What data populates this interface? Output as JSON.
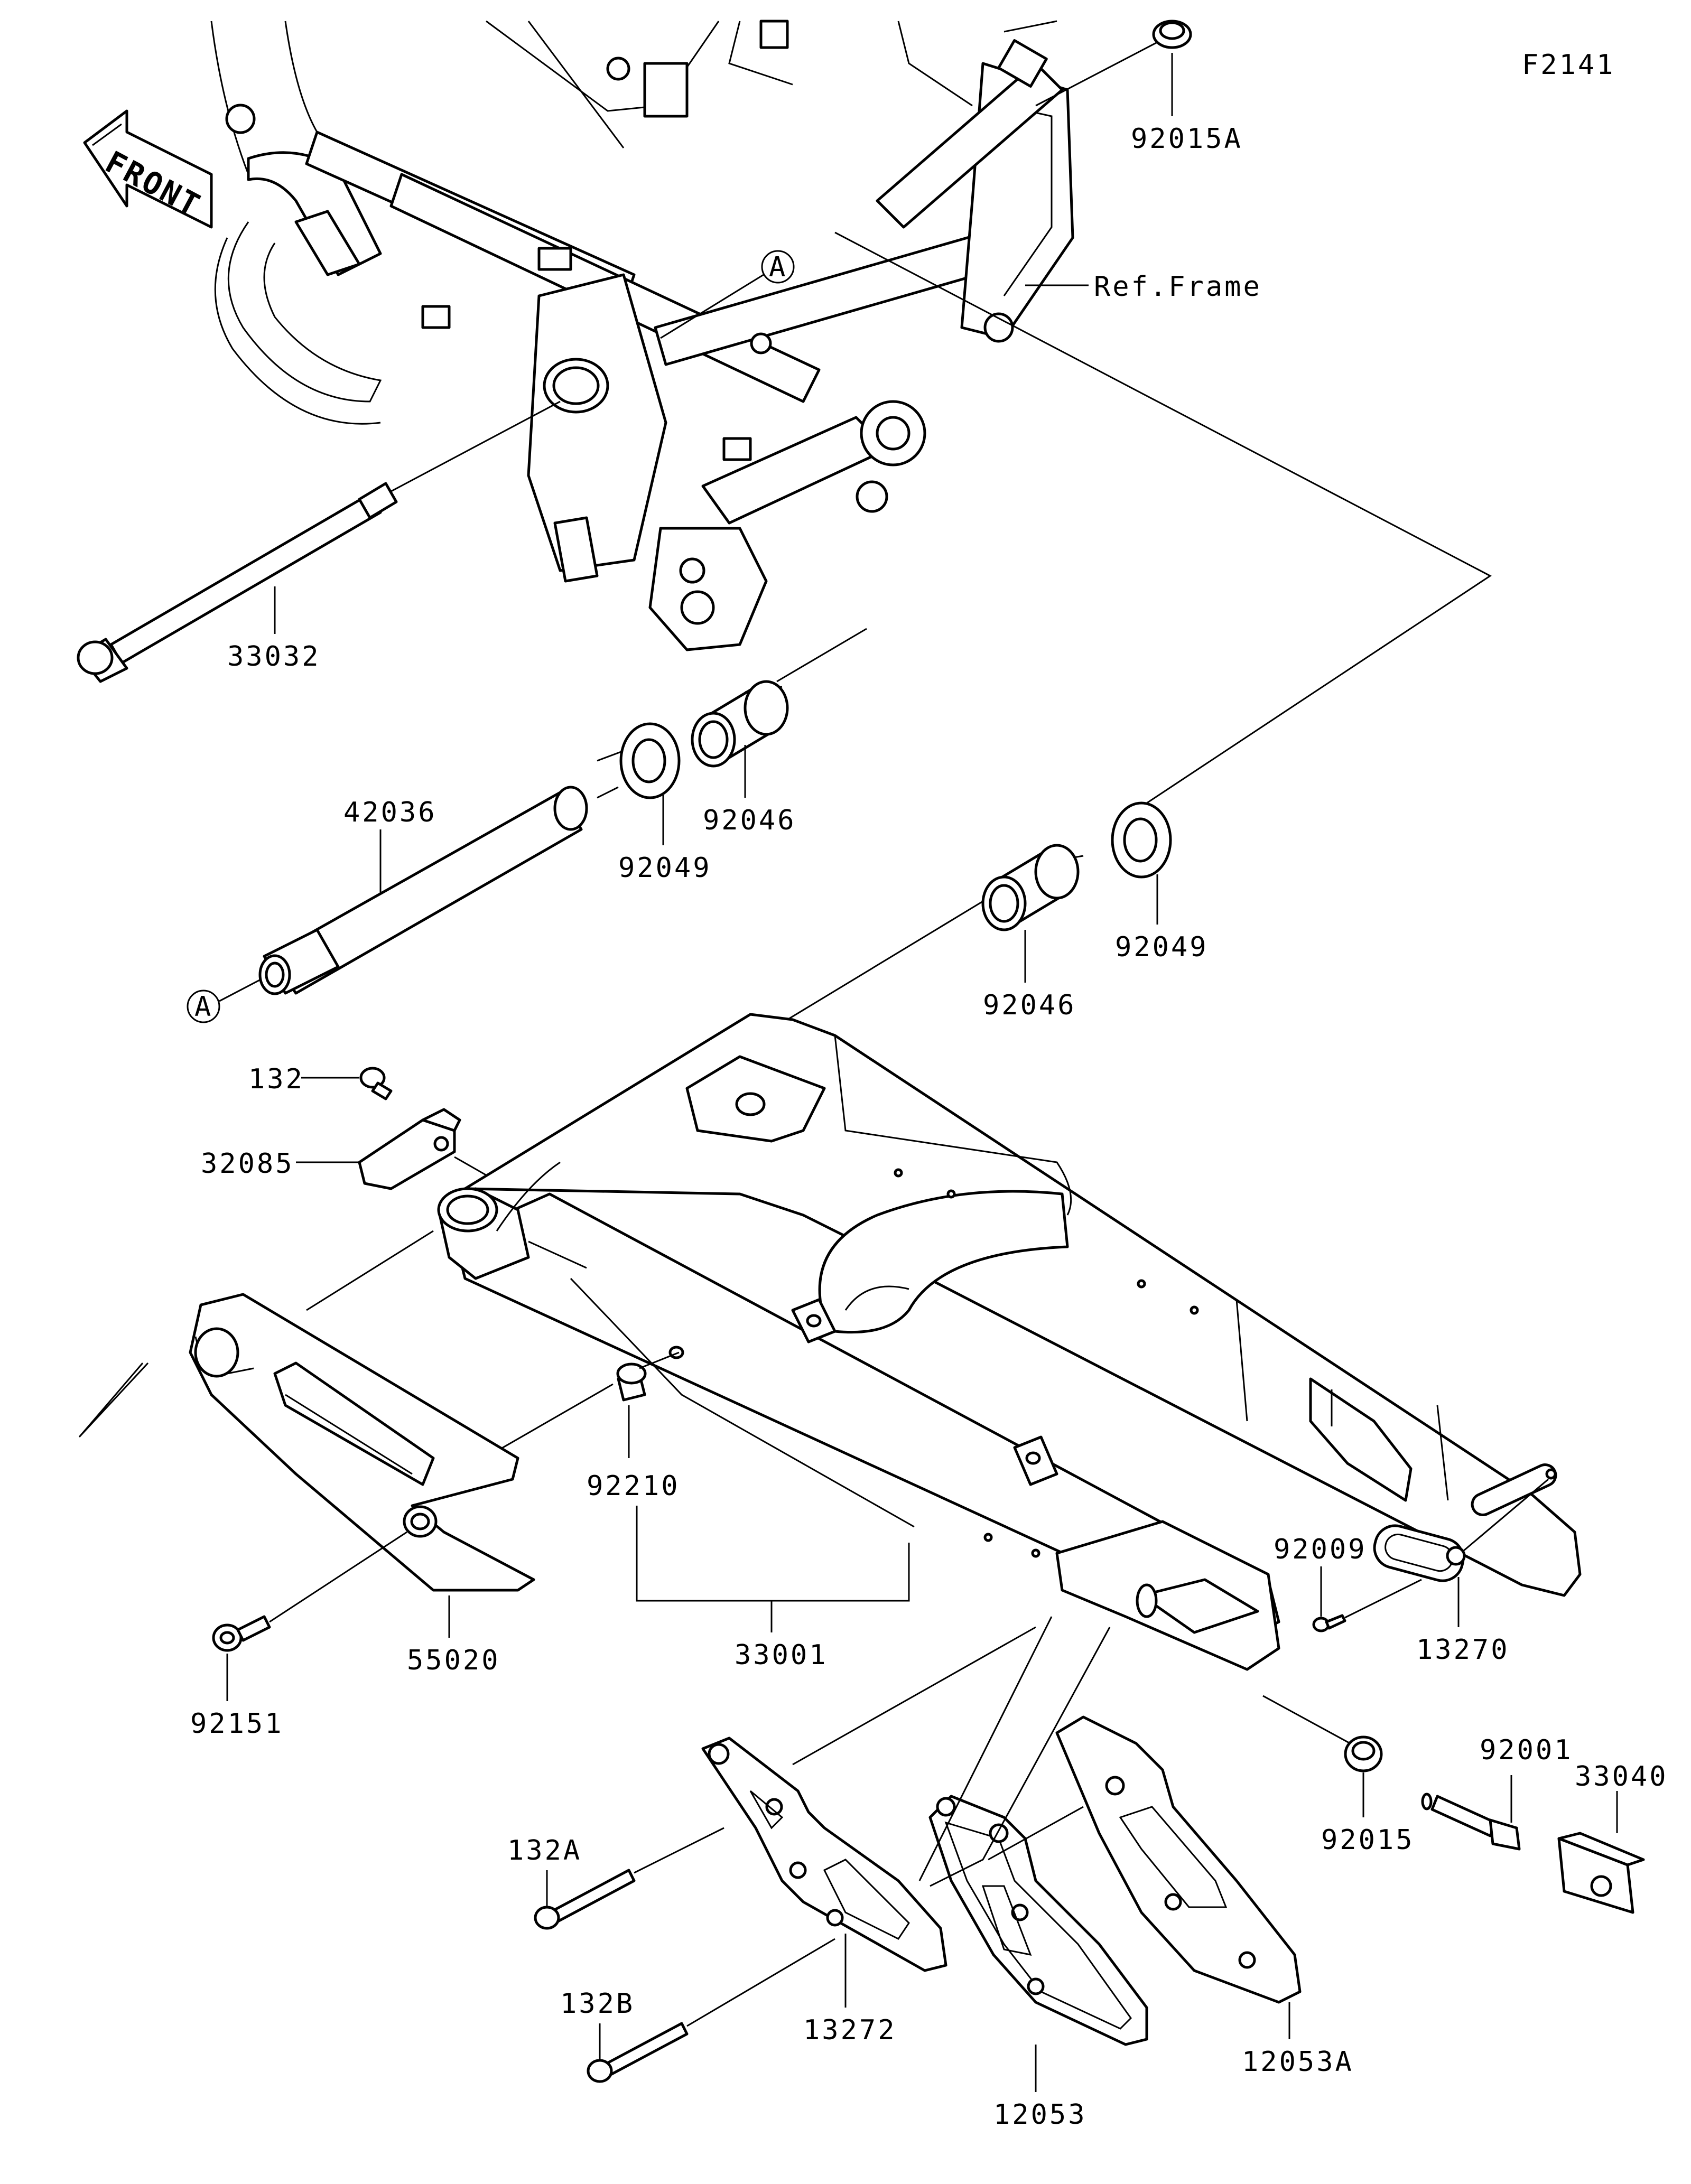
{
  "diagram_code": "F2141",
  "front_indicator": "FRONT",
  "ref_note": "Ref.Frame",
  "callout_marker": "A",
  "parts": [
    {
      "id": "p92015A",
      "label": "92015A"
    },
    {
      "id": "p33032",
      "label": "33032"
    },
    {
      "id": "p42036",
      "label": "42036"
    },
    {
      "id": "p92049a",
      "label": "92049"
    },
    {
      "id": "p92046a",
      "label": "92046"
    },
    {
      "id": "p92046b",
      "label": "92046"
    },
    {
      "id": "p92049b",
      "label": "92049"
    },
    {
      "id": "p132",
      "label": "132"
    },
    {
      "id": "p32085",
      "label": "32085"
    },
    {
      "id": "p92210",
      "label": "92210"
    },
    {
      "id": "p33001",
      "label": "33001"
    },
    {
      "id": "p55020",
      "label": "55020"
    },
    {
      "id": "p92151",
      "label": "92151"
    },
    {
      "id": "p92009",
      "label": "92009"
    },
    {
      "id": "p13270",
      "label": "13270"
    },
    {
      "id": "p92015",
      "label": "92015"
    },
    {
      "id": "p92001",
      "label": "92001"
    },
    {
      "id": "p33040",
      "label": "33040"
    },
    {
      "id": "p132A",
      "label": "132A"
    },
    {
      "id": "p132B",
      "label": "132B"
    },
    {
      "id": "p13272",
      "label": "13272"
    },
    {
      "id": "p12053",
      "label": "12053"
    },
    {
      "id": "p12053A",
      "label": "12053A"
    }
  ]
}
